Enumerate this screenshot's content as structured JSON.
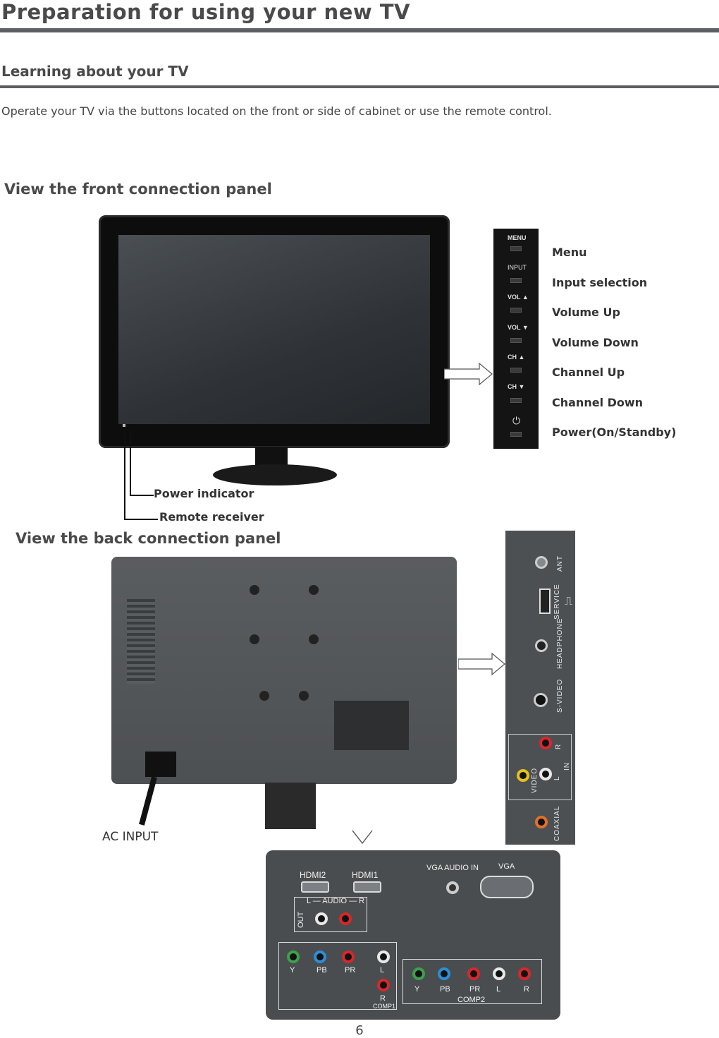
{
  "header": {
    "title": "Preparation for using your new TV",
    "subtitle": "Learning about your TV",
    "intro": "Operate your TV via the buttons located on the front or side of cabinet or use the remote control."
  },
  "front_section": {
    "title": "View the front connection panel",
    "panel_labels": {
      "menu": "MENU",
      "input": "INPUT",
      "vol_up": "VOL ▲",
      "vol_down": "VOL ▼",
      "ch_up": "CH ▲",
      "ch_down": "CH ▼"
    },
    "callouts": [
      {
        "label": "Menu"
      },
      {
        "label": "Input selection"
      },
      {
        "label": "Volume Up"
      },
      {
        "label": "Volume Down"
      },
      {
        "label": "Channel Up"
      },
      {
        "label": "Channel Down"
      },
      {
        "label": "Power(On/Standby)"
      }
    ],
    "power_indicator": "Power  indicator",
    "remote_receiver": "Remote receiver"
  },
  "back_section": {
    "title": "View the back connection panel",
    "ac_input": "AC INPUT",
    "side_panel": {
      "ant": "ANT",
      "service": "SERVICE",
      "headphone": "HEADPHONE",
      "svideo": "S-VIDEO",
      "video": "VIDEO",
      "in": "IN",
      "r": "R",
      "l": "L",
      "coaxial": "COAXIAL"
    },
    "bottom_panel": {
      "hdmi2": "HDMI2",
      "hdmi1": "HDMI1",
      "vga_audio_in": "VGA AUDIO IN",
      "vga": "VGA",
      "audio": "L — AUDIO — R",
      "out": "OUT",
      "comp1": "COMP1",
      "comp2": "COMP2",
      "y": "Y",
      "pb": "PB",
      "pr": "PR",
      "l": "L",
      "r": "R"
    }
  },
  "page_number": "6",
  "colors": {
    "rule": "#5b5f62",
    "green_jack": "#3da04a",
    "blue_jack": "#2b8fd6",
    "red_jack": "#d6282b",
    "white_jack": "#e8e8e8",
    "yellow_jack": "#e3c21a",
    "orange_jack": "#e0702a"
  }
}
